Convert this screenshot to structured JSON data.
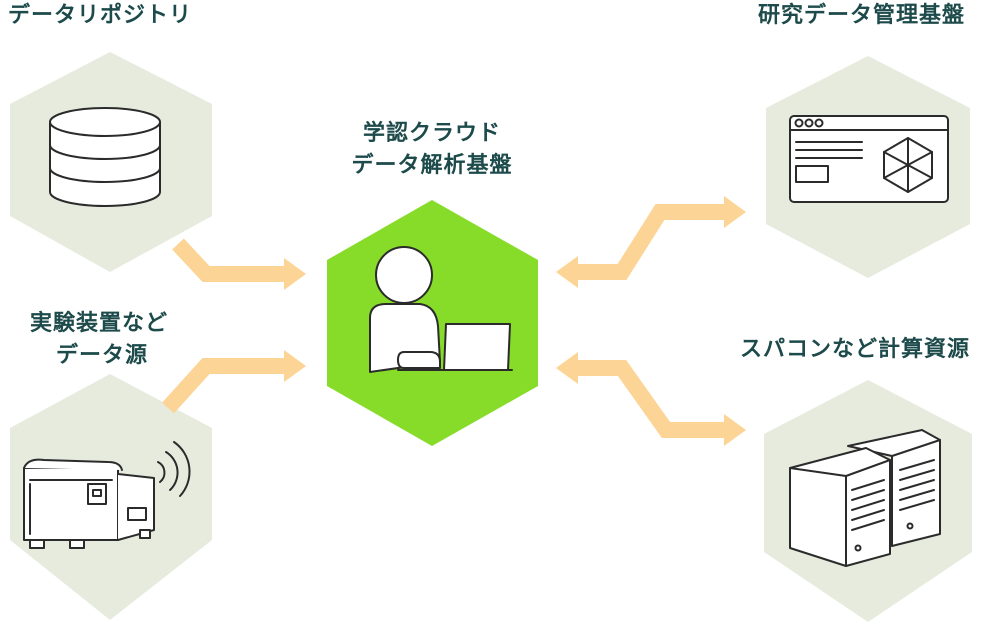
{
  "nodes": {
    "repository": {
      "label_line1": "データリポジトリ"
    },
    "instruments": {
      "label_line1": "実験装置など",
      "label_line2": "データ源"
    },
    "center": {
      "label_line1": "学認クラウド",
      "label_line2": "データ解析基盤"
    },
    "research_platform": {
      "label_line1": "研究データ管理基盤"
    },
    "compute": {
      "label_line1": "スパコンなど計算資源"
    }
  },
  "colors": {
    "label_text": "#1d4a4a",
    "hex_fill": "#e6ebde",
    "center_hex_fill": "#86dc28",
    "arrow": "#fcd596",
    "icon_stroke": "#2b2b2b"
  }
}
